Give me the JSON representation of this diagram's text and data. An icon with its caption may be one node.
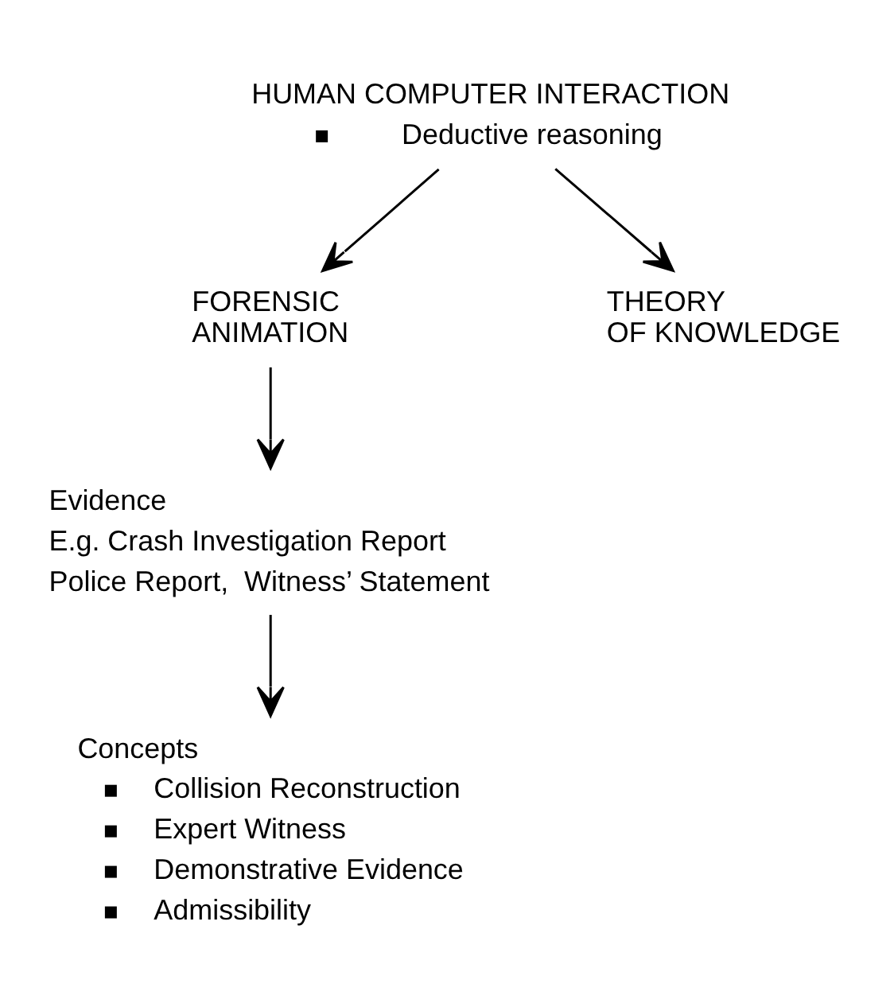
{
  "diagram": {
    "nodes": [
      {
        "text": [
          "HUMAN COMPUTER INTERACTION",
          "Deductive reasoning"
        ]
      },
      {
        "text": [
          "FORENSIC ANIMATION"
        ]
      },
      {
        "text": [
          "THEORY OF KNOWLEDGE"
        ]
      },
      {
        "text": [
          "Evidence",
          "E.g. Crash Investigation Report",
          "Police Report,  Witness’ Statement"
        ]
      },
      {
        "text": [
          "Concepts",
          "Collision Reconstruction",
          "Expert Witness",
          "Demonstrative Evidence",
          "Admissibility"
        ]
      }
    ],
    "edges": [
      {
        "from": 0,
        "to": 1,
        "arrow": "to"
      },
      {
        "from": 0,
        "to": 2,
        "arrow": "to"
      },
      {
        "from": 1,
        "to": 3,
        "arrow": "to"
      },
      {
        "from": 3,
        "to": 4,
        "arrow": "to"
      }
    ]
  }
}
